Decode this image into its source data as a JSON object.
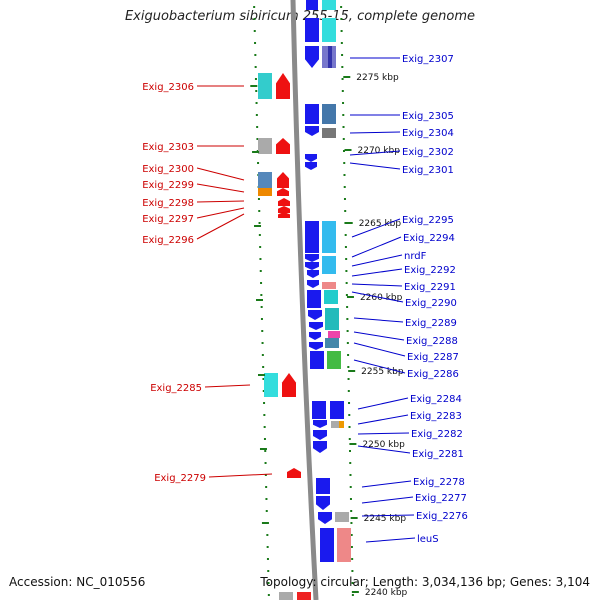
{
  "header": {
    "title": "Exiguobacterium sibiricum 255-15, complete genome"
  },
  "footer": {
    "accession": "Accession: NC_010556",
    "summary": "Topology: circular; Length: 3,034,136 bp; Genes: 3,104"
  },
  "colors": {
    "left_label": "#cc0000",
    "right_label": "#0000cc",
    "backbone": "#8a8a8a",
    "tick": "#1a7a1a"
  },
  "ticks": [
    "2275 kbp",
    "2270 kbp",
    "2265 kbp",
    "2260 kbp",
    "2255 kbp",
    "2250 kbp",
    "2245 kbp",
    "2240 kbp"
  ],
  "left_genes": [
    "Exig_2306",
    "Exig_2303",
    "Exig_2300",
    "Exig_2299",
    "Exig_2298",
    "Exig_2297",
    "Exig_2296",
    "Exig_2285",
    "Exig_2279"
  ],
  "right_genes": [
    "Exig_2307",
    "Exig_2305",
    "Exig_2304",
    "Exig_2302",
    "Exig_2301",
    "Exig_2295",
    "Exig_2294",
    "nrdF",
    "Exig_2292",
    "Exig_2291",
    "Exig_2290",
    "Exig_2289",
    "Exig_2288",
    "Exig_2287",
    "Exig_2286",
    "Exig_2284",
    "Exig_2283",
    "Exig_2282",
    "Exig_2281",
    "Exig_2278",
    "Exig_2277",
    "Exig_2276",
    "leuS"
  ]
}
